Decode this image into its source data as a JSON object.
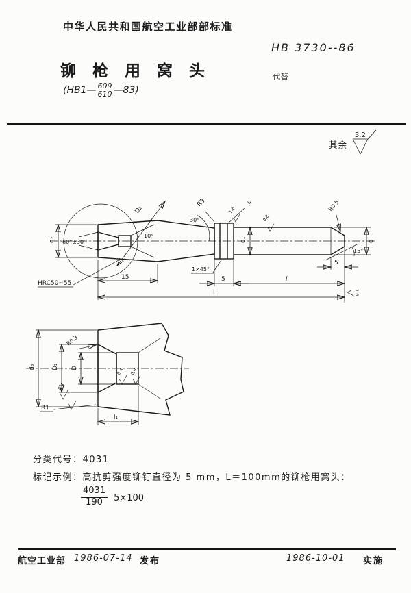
{
  "header": {
    "org_line": "中华人民共和国航空工业部部标准",
    "standard_no": "HB 3730--86",
    "title": "铆枪用窝头",
    "replaces_label": "代替",
    "old_prefix": "(HB1—",
    "old_numerator": "609",
    "old_denominator": "610",
    "old_suffix": "—83)"
  },
  "surface_note": {
    "prefix": "其余",
    "roughness": "3.2"
  },
  "main_view": {
    "labels": {
      "d2": "d₂",
      "angle_60": "60°±30′",
      "D2": "D₂",
      "angle_30": "30°",
      "R3": "R3",
      "angle_10": "10°",
      "hardness": "HRC50~55",
      "head_len": "15",
      "chamfer": "1×45°",
      "collar_w": "5",
      "shank_len": "l",
      "total_len": "L",
      "d1": "d₁",
      "rough_top": "0.8",
      "rough_groove": "1.6",
      "y_ref": "Y",
      "R05": "R0.5",
      "angle_15": "15°",
      "d": "d",
      "tip_len": "5",
      "rough_end": "1.6"
    }
  },
  "detail_view": {
    "labels": {
      "d3": "d₃",
      "D1": "D₁",
      "D": "D",
      "R03": "R0.3",
      "R1": "R1",
      "l1": "l₁",
      "rough_a": "0.4",
      "rough_b": "0.4",
      "rough_c": "0.4"
    }
  },
  "notes": {
    "class_label": "分类代号：",
    "class_code": "4031",
    "example_label": "标记示例：",
    "example_text": "高抗剪强度铆钉直径为 5 mm，L＝100mm的铆枪用窝头：",
    "mark_numerator": "4031",
    "mark_denominator": "190",
    "mark_spec": "5×100"
  },
  "footer": {
    "org": "航空工业部",
    "release_date": "1986-07-14",
    "release_label": "发布",
    "impl_date": "1986-10-01",
    "impl_label": "实施"
  }
}
